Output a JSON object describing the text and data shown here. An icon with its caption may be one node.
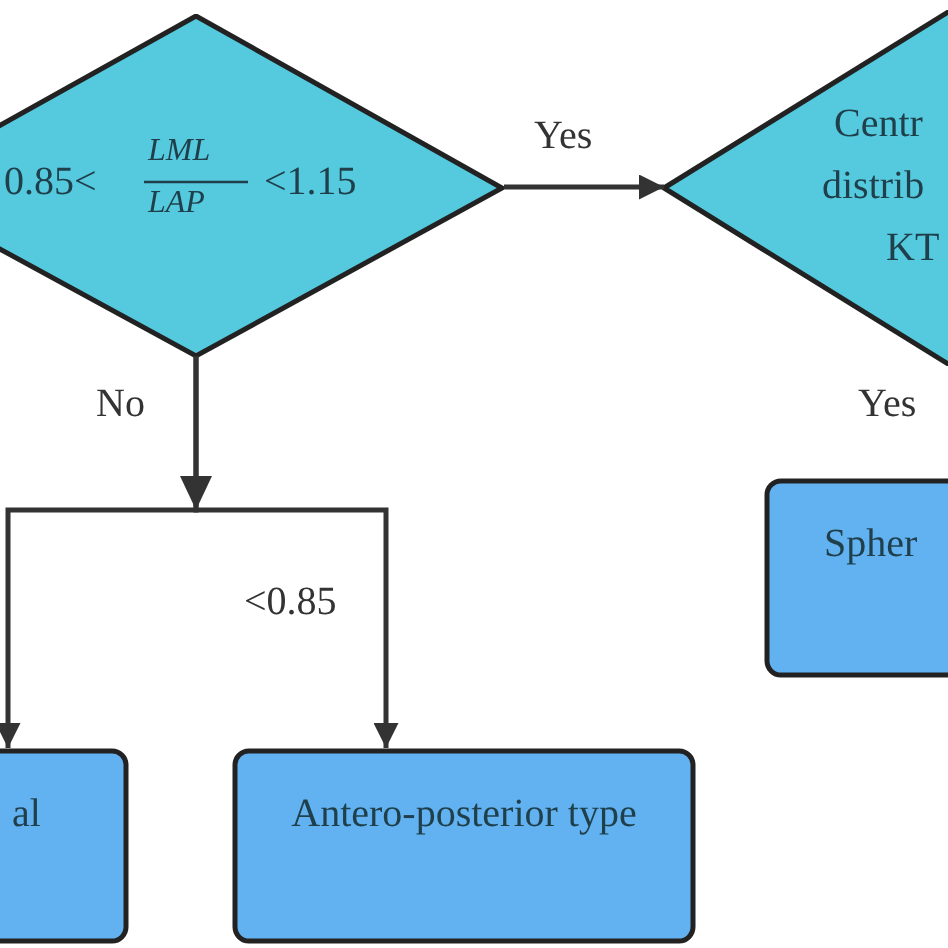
{
  "diagram": {
    "nodes": [
      {
        "text": [
          "0.85<",
          "LML",
          "LAP",
          "<1.15"
        ]
      },
      {
        "text": [
          "Centr",
          "distrib",
          "KT"
        ]
      },
      {
        "text": [
          "al"
        ]
      },
      {
        "text": [
          "Antero-posterior type"
        ]
      },
      {
        "text": [
          "Spher"
        ]
      }
    ],
    "edges": [
      {
        "from": 0,
        "to": 1,
        "arrow": "to",
        "label": "Yes"
      },
      {
        "from": 0,
        "to": 2,
        "arrow": "to"
      },
      {
        "from": 0,
        "to": 3,
        "arrow": "to",
        "label": "<0.85"
      }
    ],
    "labels": [
      "No",
      "Yes"
    ]
  }
}
